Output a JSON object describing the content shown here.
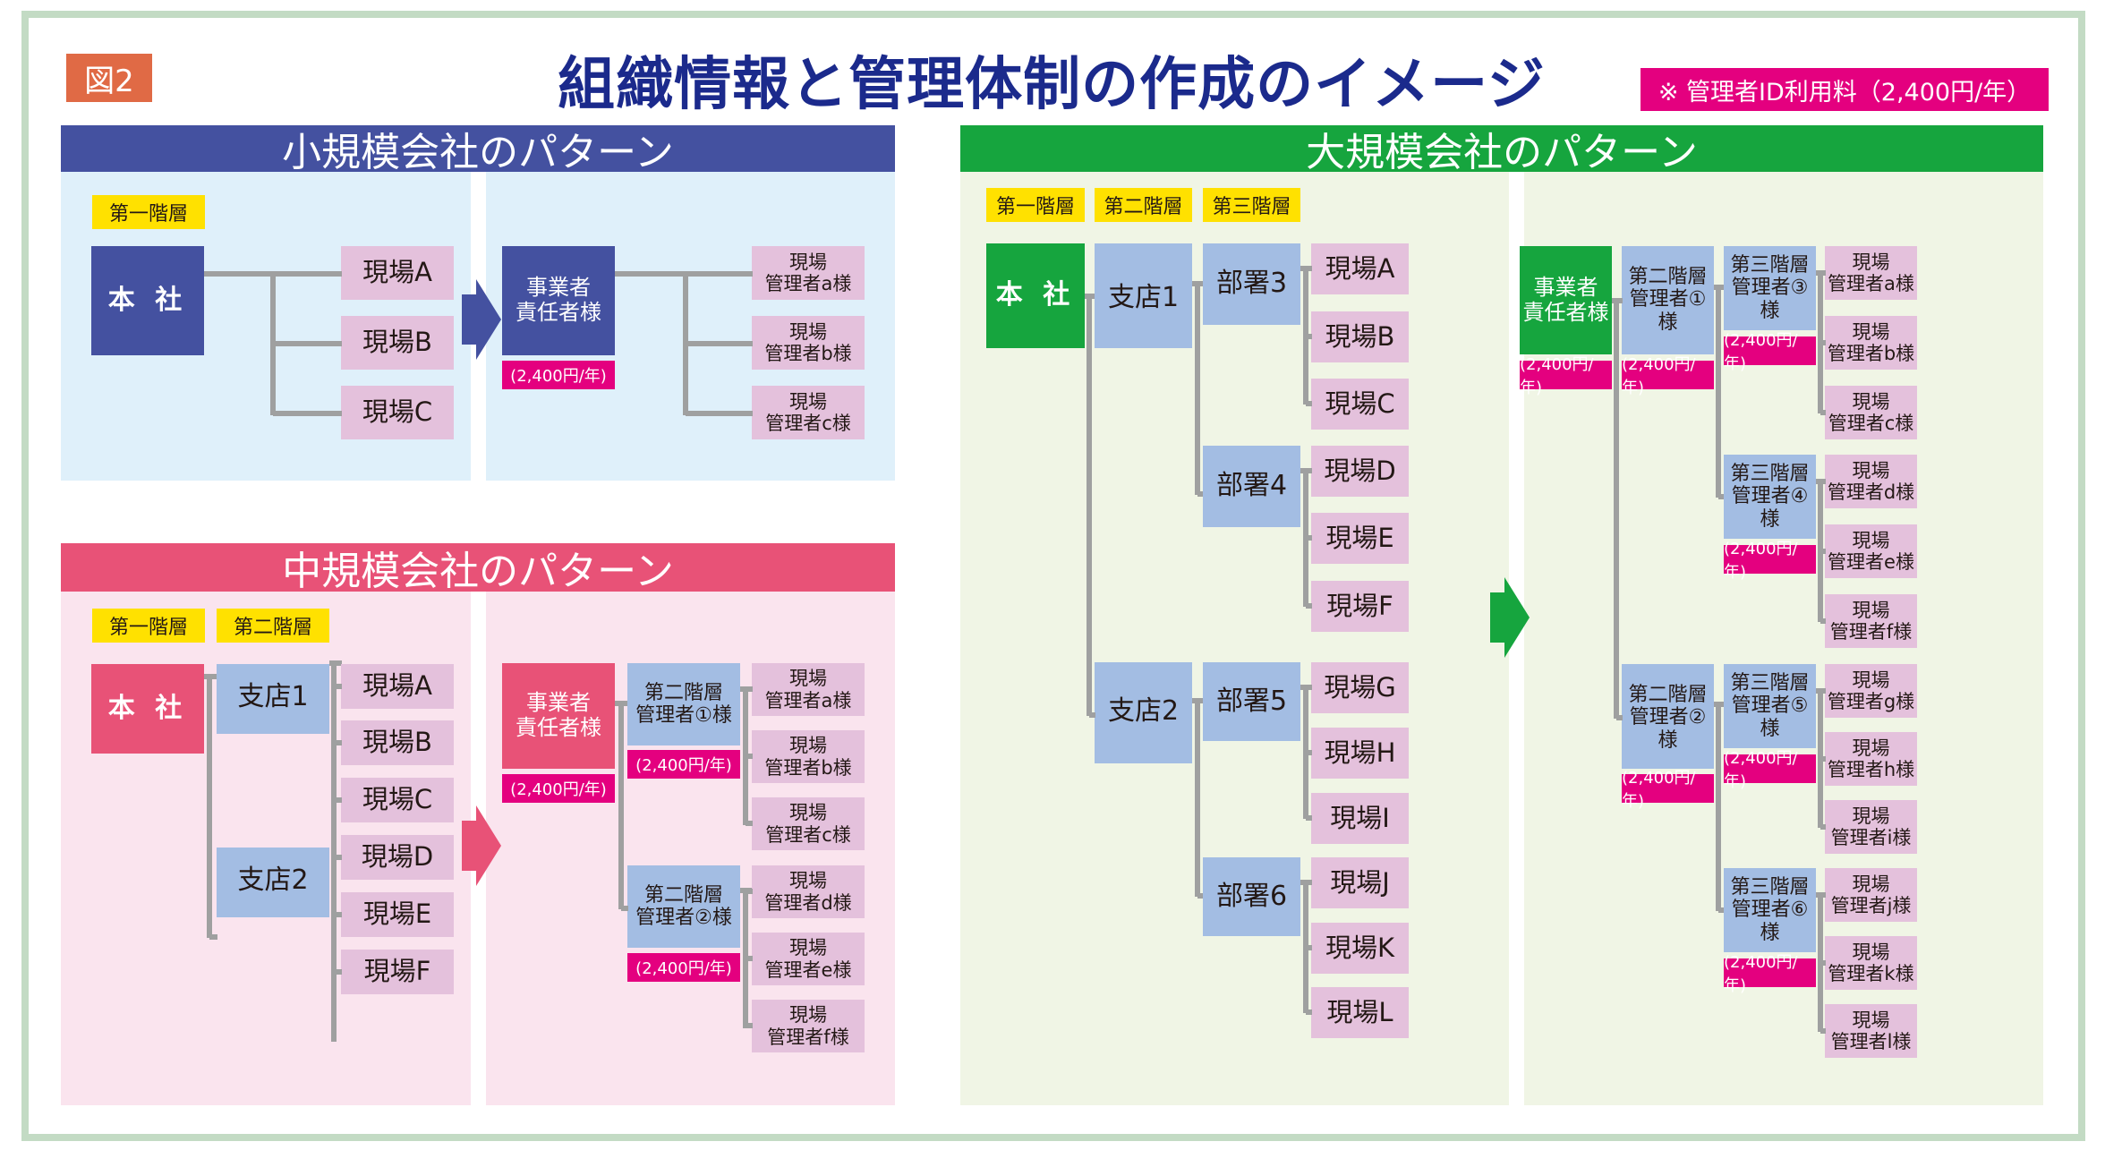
{
  "figure_badge": "図2",
  "title": "組織情報と管理体制の作成のイメージ",
  "fee_note": "※ 管理者ID利用料（2,400円/年）",
  "fee_label": "(2,400円/年)",
  "colors": {
    "small": "#4451a0",
    "medium": "#e85277",
    "large": "#16a53e",
    "fee": "#e4007f",
    "tier_label": "#ffe100",
    "middle_box": "#a3bde3",
    "site_box": "#e4c1dc",
    "connector": "#9fa0a0"
  },
  "tiers": {
    "first": "第一階層",
    "second": "第二階層",
    "third": "第三階層"
  },
  "small": {
    "header": "小規模会社のパターン",
    "before": {
      "root": "本 社",
      "sites": [
        "現場A",
        "現場B",
        "現場C"
      ]
    },
    "after": {
      "root": "事業者\n責任者様",
      "managers": [
        "現場\n管理者a様",
        "現場\n管理者b様",
        "現場\n管理者c様"
      ]
    }
  },
  "medium": {
    "header": "中規模会社のパターン",
    "before": {
      "root": "本 社",
      "branches": [
        "支店1",
        "支店2"
      ],
      "sites": [
        "現場A",
        "現場B",
        "現場C",
        "現場D",
        "現場E",
        "現場F"
      ]
    },
    "after": {
      "root": "事業者\n責任者様",
      "second": [
        "第二階層\n管理者①様",
        "第二階層\n管理者②様"
      ],
      "managers": [
        "現場\n管理者a様",
        "現場\n管理者b様",
        "現場\n管理者c様",
        "現場\n管理者d様",
        "現場\n管理者e様",
        "現場\n管理者f様"
      ]
    }
  },
  "large": {
    "header": "大規模会社のパターン",
    "before": {
      "root": "本 社",
      "branches": [
        "支店1",
        "支店2"
      ],
      "departments": [
        "部署3",
        "部署4",
        "部署5",
        "部署6"
      ],
      "sites": [
        "現場A",
        "現場B",
        "現場C",
        "現場D",
        "現場E",
        "現場F",
        "現場G",
        "現場H",
        "現場I",
        "現場J",
        "現場K",
        "現場L"
      ]
    },
    "after": {
      "root": "事業者\n責任者様",
      "second": [
        "第二階層\n管理者①様",
        "第二階層\n管理者②様"
      ],
      "third": [
        "第三階層\n管理者③様",
        "第三階層\n管理者④様",
        "第三階層\n管理者⑤様",
        "第三階層\n管理者⑥様"
      ],
      "managers": [
        "現場\n管理者a様",
        "現場\n管理者b様",
        "現場\n管理者c様",
        "現場\n管理者d様",
        "現場\n管理者e様",
        "現場\n管理者f様",
        "現場\n管理者g様",
        "現場\n管理者h様",
        "現場\n管理者i様",
        "現場\n管理者j様",
        "現場\n管理者k様",
        "現場\n管理者l様"
      ]
    }
  }
}
